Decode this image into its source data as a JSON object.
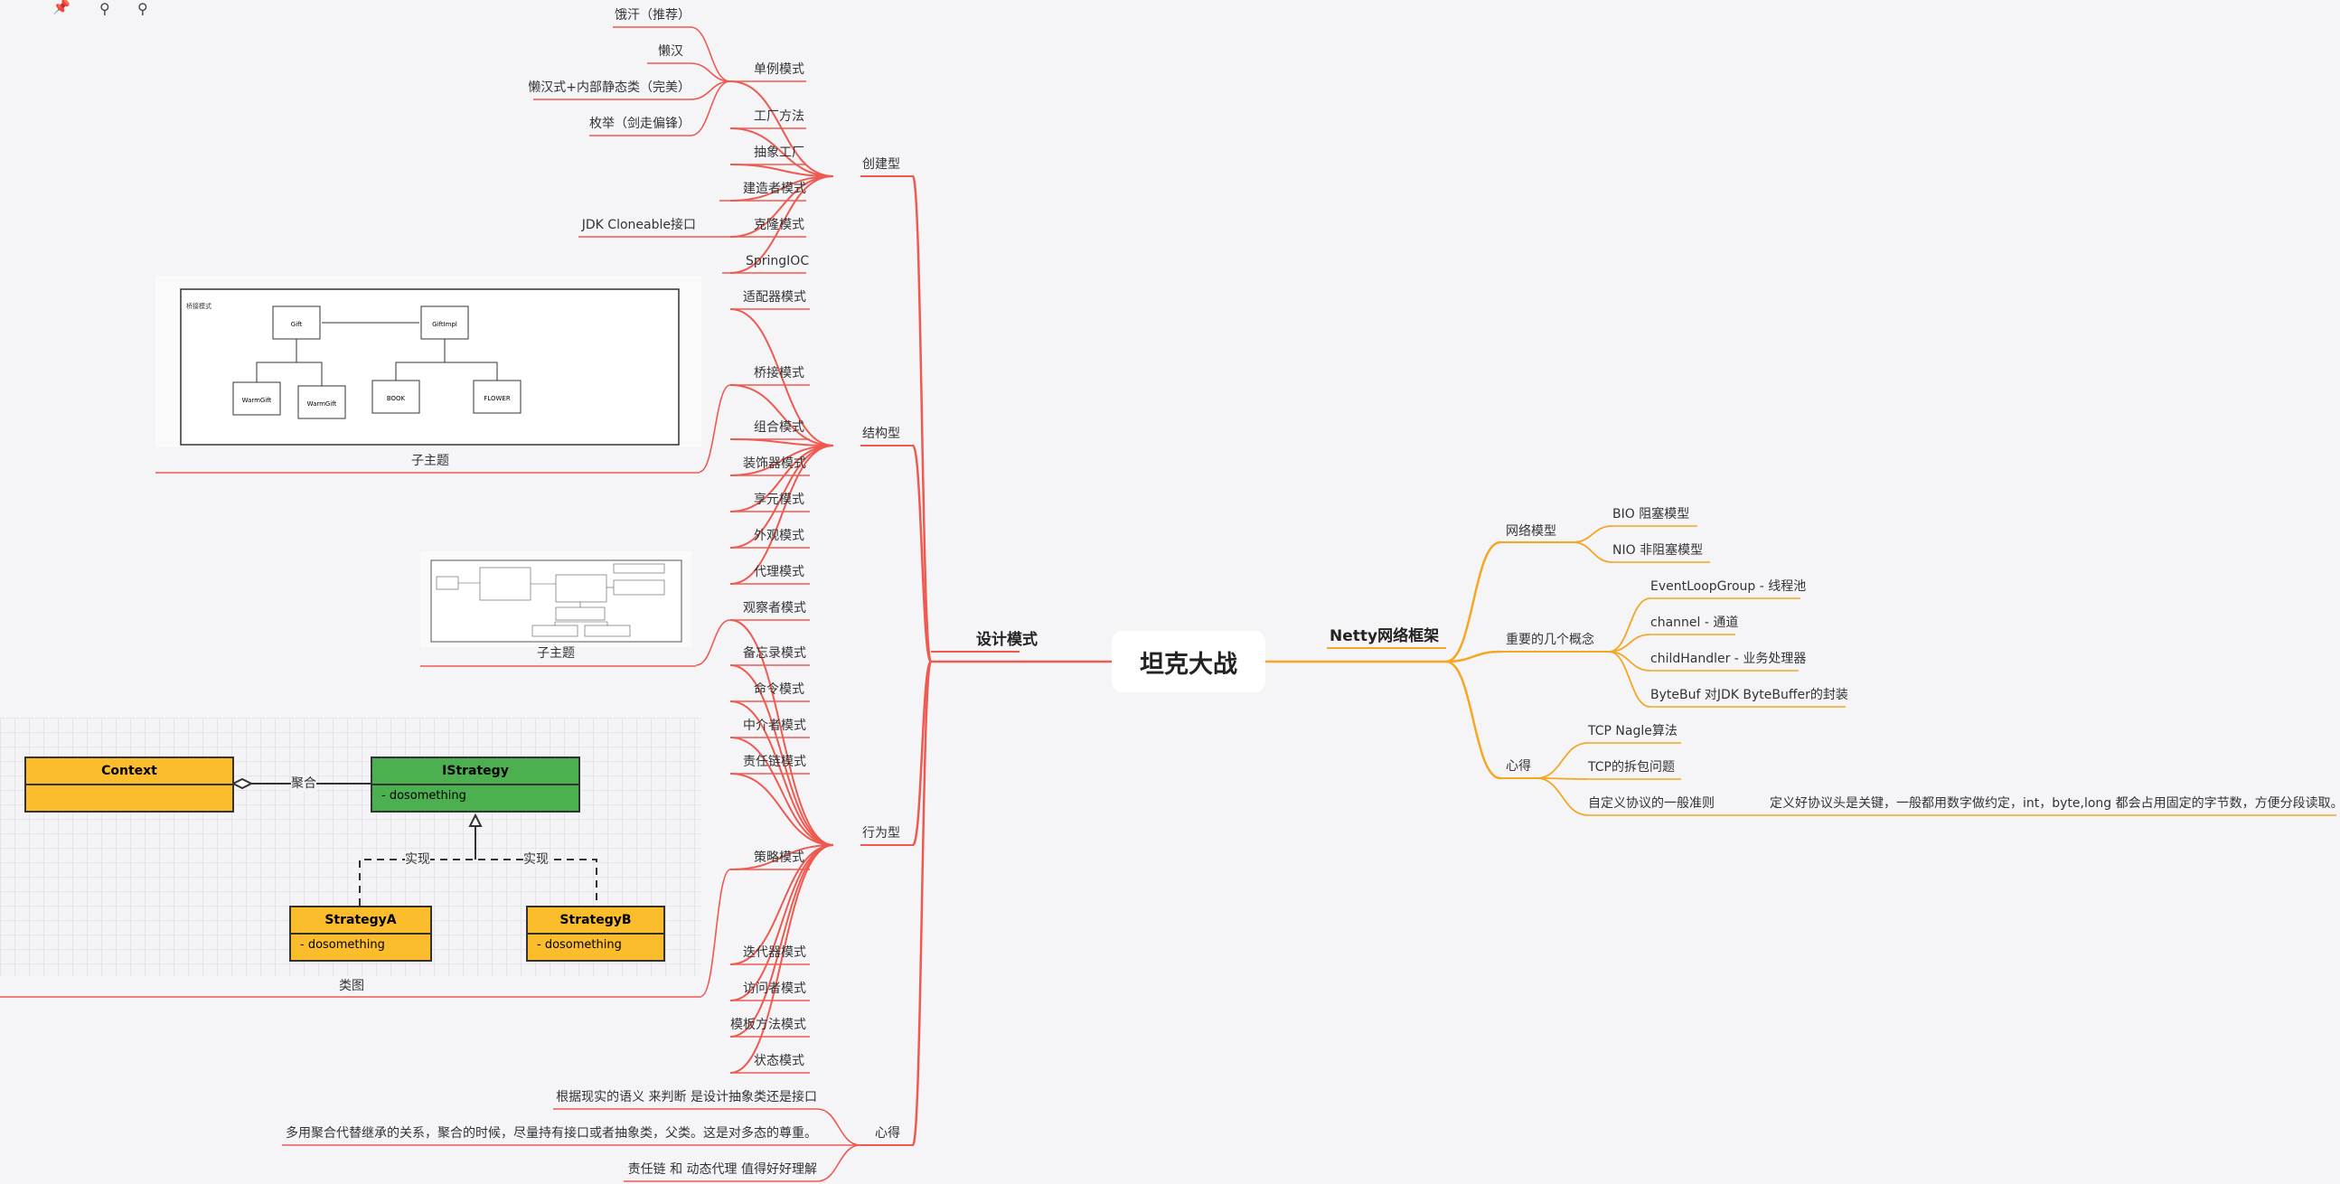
{
  "root": "坦克大战",
  "colors": {
    "left": "#ee5a4f",
    "right": "#f5a623",
    "root_line": "#ee5a4f",
    "context": "#fbbd2b",
    "istrategy": "#4caf50"
  },
  "left": {
    "title": "设计模式",
    "creational": {
      "label": "创建型",
      "singleton": {
        "label": "单例模式",
        "children": [
          "饿汗（推荐）",
          "懒汉",
          "懒汉式+内部静态类（完美）",
          "枚举（剑走偏锋）"
        ]
      },
      "items": [
        "工厂方法",
        "抽象工厂",
        "建造者模式",
        "克隆模式",
        "SpringIOC"
      ],
      "clone_note": "JDK Cloneable接口"
    },
    "structural": {
      "label": "结构型",
      "items": [
        "适配器模式",
        "桥接模式",
        "组合模式",
        "装饰器模式",
        "享元模式",
        "外观模式",
        "代理模式"
      ],
      "bridge_topic": "子主题",
      "bridge_diagram": {
        "title": "桥接模式",
        "boxes": [
          "Gift",
          "GiftImpl",
          "WarmGift",
          "WarmGift",
          "BOOK",
          "FLOWER"
        ]
      }
    },
    "behavioral": {
      "label": "行为型",
      "items": [
        "观察者模式",
        "备忘录模式",
        "命令模式",
        "中介者模式",
        "责任链模式",
        "策略模式",
        "迭代器模式",
        "访问者模式",
        "模板方法模式",
        "状态模式"
      ],
      "observer_topic": "子主题",
      "strategy_topic": "类图",
      "uml": {
        "context": "Context",
        "istrategy": "IStrategy",
        "method": "- dosomething",
        "aggregation": "聚合",
        "realize1": "实现",
        "realize2": "实现",
        "strategy_a": "StrategyA",
        "strategy_b": "StrategyB"
      }
    },
    "insights": {
      "label": "心得",
      "items": [
        "根据现实的语义 来判断 是设计抽象类还是接口",
        "多用聚合代替继承的关系，聚合的时候，尽量持有接口或者抽象类，父类。这是对多态的尊重。",
        "责任链 和 动态代理 值得好好理解"
      ]
    }
  },
  "right": {
    "title": "Netty网络框架",
    "network": {
      "label": "网络模型",
      "items": [
        "BIO 阻塞模型",
        "NIO 非阻塞模型"
      ]
    },
    "concepts": {
      "label": "重要的几个概念",
      "items": [
        "EventLoopGroup - 线程池",
        "channel - 通道",
        "childHandler - 业务处理器",
        "ByteBuf  对JDK ByteBuffer的封装"
      ]
    },
    "insights": {
      "label": "心得",
      "items": [
        "TCP Nagle算法",
        "TCP的拆包问题",
        "自定义协议的一般准则"
      ],
      "protocol_note": "定义好协议头是关键，一般都用数字做约定，int，byte,long 都会占用固定的字节数，方便分段读取。"
    }
  }
}
